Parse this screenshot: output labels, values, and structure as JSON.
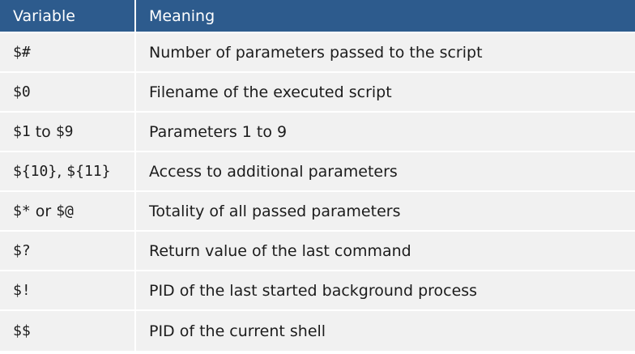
{
  "table": {
    "header": {
      "variable": "Variable",
      "meaning": "Meaning"
    },
    "rows": [
      {
        "variable": [
          "$#"
        ],
        "meaning": "Number of parameters passed to the script"
      },
      {
        "variable": [
          "$0"
        ],
        "meaning": "Filename of the executed script"
      },
      {
        "variable": [
          "$1",
          " to ",
          "$9"
        ],
        "meaning": "Parameters 1 to 9"
      },
      {
        "variable": [
          "${10}",
          ", ",
          "${11}"
        ],
        "meaning": "Access to additional parameters"
      },
      {
        "variable": [
          "$*",
          " or ",
          "$@"
        ],
        "meaning": "Totality of all passed parameters"
      },
      {
        "variable": [
          "$?"
        ],
        "meaning": "Return value of the last command"
      },
      {
        "variable": [
          "$!"
        ],
        "meaning": "PID of the last started background process"
      },
      {
        "variable": [
          "$$"
        ],
        "meaning": "PID of the current shell"
      }
    ]
  },
  "colors": {
    "header_bg": "#2d5b8d",
    "row_bg": "#f1f1f1",
    "text": "#1c1c1c"
  }
}
